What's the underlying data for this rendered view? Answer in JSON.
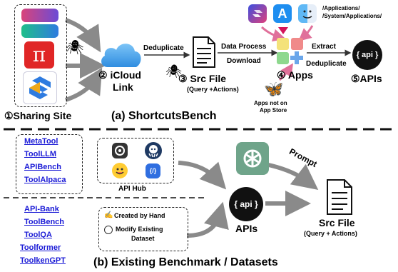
{
  "top": {
    "sharing_site": "①Sharing Site",
    "icloud_line1": "② iCloud",
    "icloud_line2": "Link",
    "deduplicate": "Deduplicate",
    "src_file": "③ Src File",
    "src_file_sub": "(Query +Actions)",
    "data_process": "Data Process",
    "download": "Download",
    "apps": "④ Apps",
    "extract": "Extract",
    "deduplicate2": "Deduplicate",
    "apis": "⑤APIs",
    "api_badge": "{ api }",
    "paths_line1": "/Applications/",
    "paths_line2": "/System/Applications/",
    "apps_not_line1": "Apps not on",
    "apps_not_line2": "App Store",
    "caption": "(a) ShortcutsBench"
  },
  "bottom": {
    "links_top": [
      "MetaTool",
      "ToolLLM",
      "APIBench",
      "ToolAlpaca"
    ],
    "links_bottom": [
      "API-Bank",
      "ToolBench",
      "ToolQA",
      "Toolformer",
      "ToolkenGPT"
    ],
    "api_hub": "API Hub",
    "created_by_hand": "Created by Hand",
    "modify_line1": "Modify Existing",
    "modify_line2": "Dataset",
    "apis": "APIs",
    "api_badge": "{ api }",
    "prompt": "Prompt",
    "src_file": "Src File",
    "src_file_sub": "(Query + Actions)",
    "caption": "(b) Existing Benchmark / Datasets"
  },
  "icons": [
    "shortcuts-icon",
    "app-store-icon",
    "finder-icon",
    "spider-icon",
    "icloud-icon",
    "document-icon",
    "butterfly-icon",
    "openai-icon",
    "huggingface-icon",
    "pi-icon"
  ],
  "colors": {
    "link_blue": "#1a1ad6",
    "icloud_blue": "#4aa3ef",
    "pink_arrow": "#e0709a",
    "openai_green": "#6fa48a"
  }
}
